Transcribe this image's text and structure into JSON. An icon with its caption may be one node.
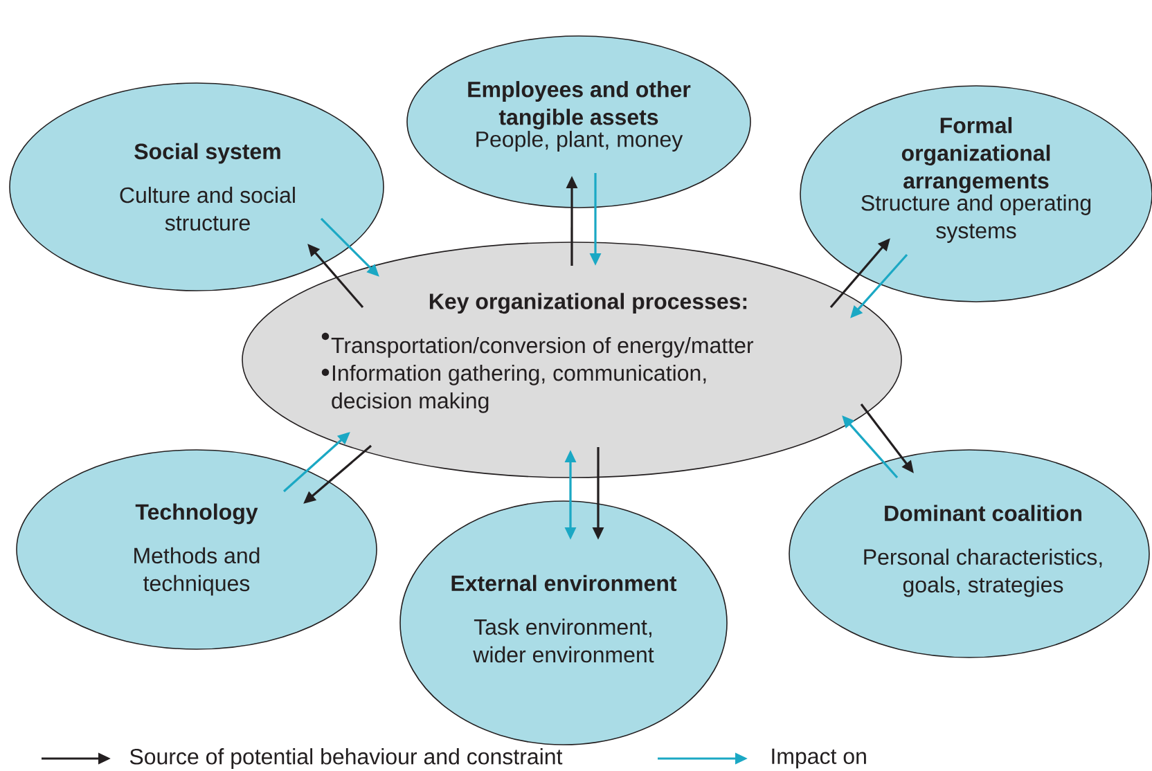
{
  "diagram": {
    "nodes": [
      {
        "text": [
          "Employees and other tangible assets",
          "People, plant, money"
        ]
      },
      {
        "text": [
          "Social system",
          "Culture and social structure"
        ]
      },
      {
        "text": [
          "Formal organizational arrangements",
          "Structure and operating systems"
        ]
      },
      {
        "text": [
          "Key organizational processes:",
          "Transportation/conversion of energy/matter",
          "Information gathering, communication, decision making"
        ]
      },
      {
        "text": [
          "Technology",
          "Methods and techniques"
        ]
      },
      {
        "text": [
          "External environment",
          "Task environment, wider environment"
        ]
      },
      {
        "text": [
          "Dominant coalition",
          "Personal characteristics, goals, strategies"
        ]
      }
    ],
    "edges": [
      {
        "from": 3,
        "to": 0,
        "arrow": "to"
      },
      {
        "from": 0,
        "to": 3,
        "arrow": "to",
        "color": "#1ba8c4"
      },
      {
        "from": 3,
        "to": 1,
        "arrow": "to"
      },
      {
        "from": 1,
        "to": 3,
        "arrow": "to",
        "color": "#1ba8c4"
      },
      {
        "from": 3,
        "to": 2,
        "arrow": "to"
      },
      {
        "from": 2,
        "to": 3,
        "arrow": "to",
        "color": "#1ba8c4"
      },
      {
        "from": 3,
        "to": 6,
        "arrow": "to"
      },
      {
        "from": 6,
        "to": 3,
        "arrow": "to",
        "color": "#1ba8c4"
      },
      {
        "from": 3,
        "to": 5,
        "arrow": "to"
      },
      {
        "from": 3,
        "to": 5,
        "arrow": "both",
        "color": "#1ba8c4"
      },
      {
        "from": 3,
        "to": 4,
        "arrow": "to"
      },
      {
        "from": 4,
        "to": 3,
        "arrow": "to",
        "color": "#1ba8c4"
      }
    ],
    "legend": [
      {
        "text": "Source of potential behaviour and constraint"
      },
      {
        "text": "Impact on"
      }
    ]
  }
}
